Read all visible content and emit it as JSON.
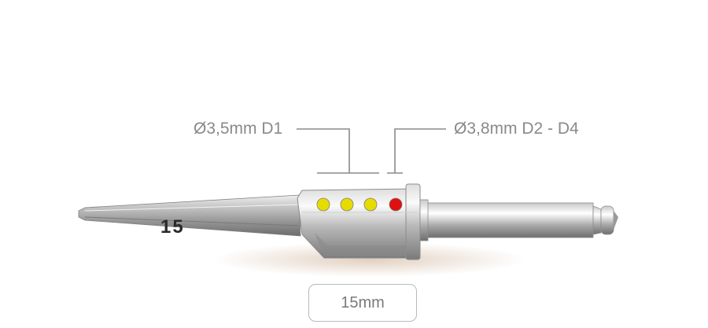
{
  "callouts": {
    "d1": "Ø3,5mm D1",
    "d2": "Ø3,8mm D2 - D4"
  },
  "drill": {
    "engraving": "15",
    "depth_indicators": [
      {
        "name": "yellow-indicator",
        "color": "#e6dc00"
      },
      {
        "name": "yellow-indicator",
        "color": "#e6dc00"
      },
      {
        "name": "yellow-indicator",
        "color": "#e6dc00"
      },
      {
        "name": "red-indicator",
        "color": "#e01010"
      }
    ]
  },
  "length_badge": {
    "text": "15mm"
  }
}
